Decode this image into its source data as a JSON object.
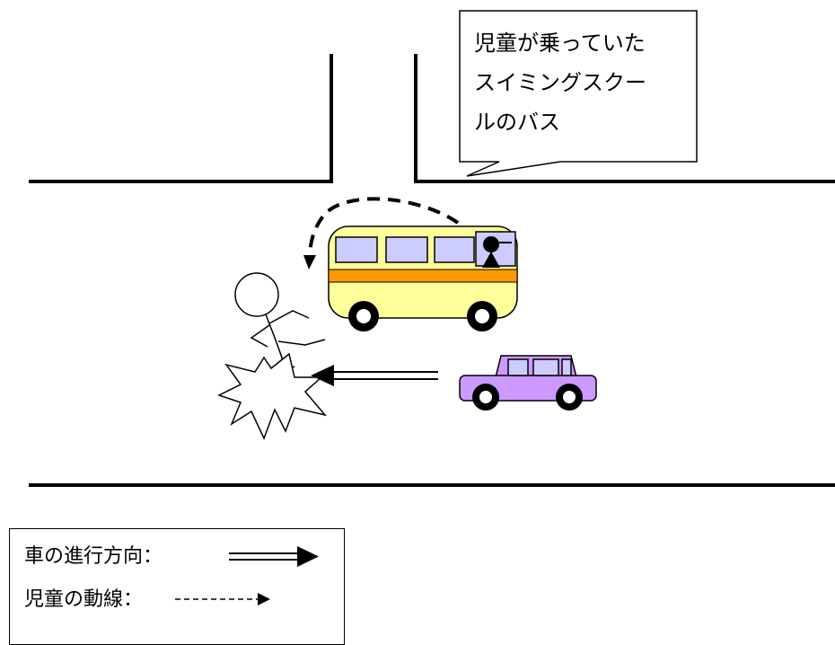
{
  "callout": {
    "lines": [
      "児童が乗っていた",
      "スイミングスクー",
      "ルのバス"
    ]
  },
  "legend": {
    "car_direction_label": "車の進行方向：",
    "child_path_label": "児童の動線："
  },
  "colors": {
    "bus_body": "#ffff99",
    "bus_stripe": "#ff9900",
    "bus_window": "#ccccff",
    "car_body": "#cc99ff",
    "line": "#000000"
  },
  "icons": [
    "bus-icon",
    "car-icon",
    "child-figure-icon",
    "collision-burst-icon",
    "driver-icon"
  ]
}
